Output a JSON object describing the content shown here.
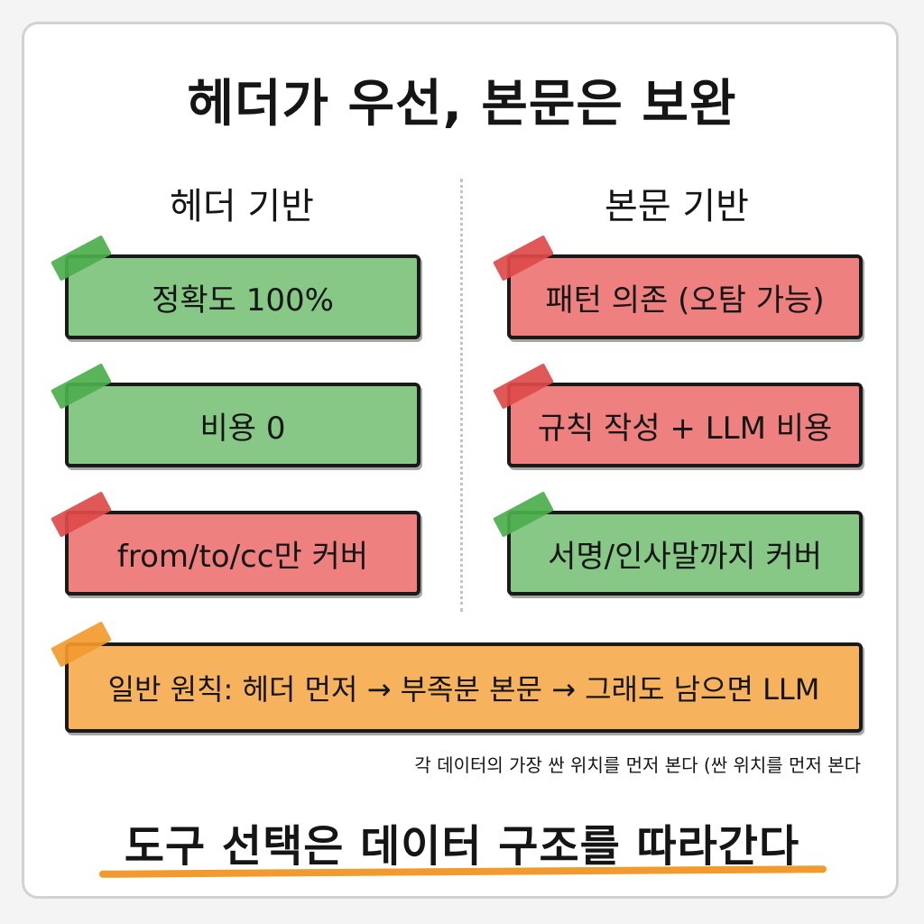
{
  "title": "헤더가 우선, 본문은 보완",
  "columns": {
    "left": {
      "heading": "헤더 기반",
      "items": [
        {
          "label": "정확도 100%",
          "status": "good"
        },
        {
          "label": "비용 0",
          "status": "good"
        },
        {
          "label": "from/to/cc만 커버",
          "status": "bad"
        }
      ]
    },
    "right": {
      "heading": "본문 기반",
      "items": [
        {
          "label": "패턴 의존 (오탐 가능)",
          "status": "bad"
        },
        {
          "label": "규칙 작성 + LLM 비용",
          "status": "bad"
        },
        {
          "label": "서명/인사말까지 커버",
          "status": "good"
        }
      ]
    }
  },
  "principle": "일반 원칙: 헤더 먼저 → 부족분 본문 → 그래도 남으면 LLM",
  "note": "각 데이터의 가장 싼 위치를 먼저 본다 (싼 위치를 먼저 본다",
  "conclusion": "도구 선택은 데이터 구조를 따라간다",
  "colors": {
    "good": "#87c887",
    "bad": "#ee8080",
    "rule": "#f7b25e",
    "good_tape": "#4cae4c",
    "bad_tape": "#de4a4a",
    "rule_tape": "#f29a2e"
  }
}
